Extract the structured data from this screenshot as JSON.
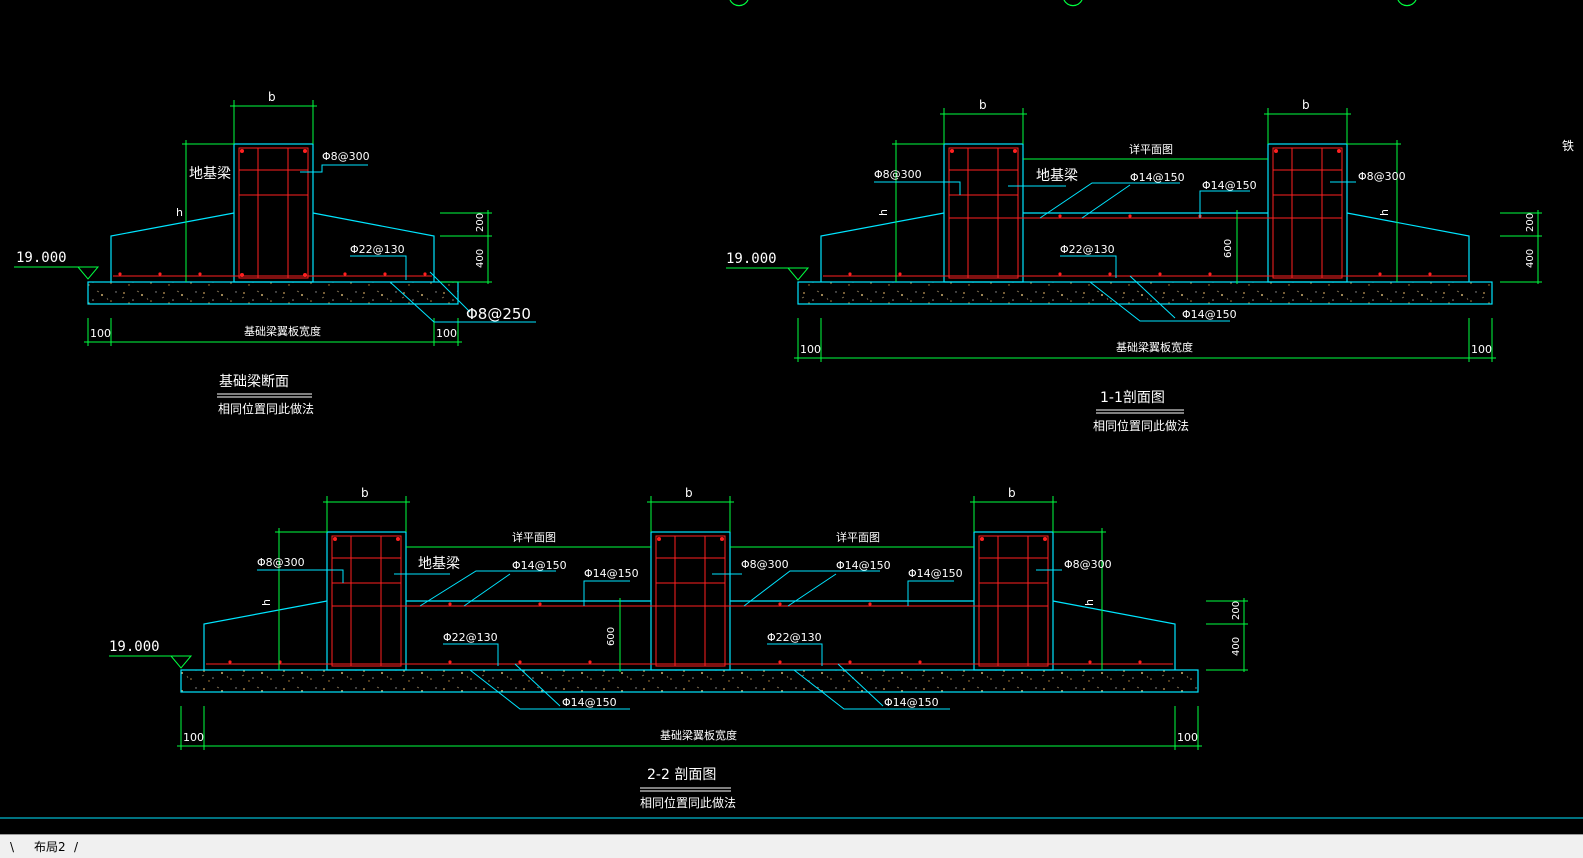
{
  "colors": {
    "background": "#000000",
    "outline": "#00e5ff",
    "rebar": "#ff2020",
    "dimension": "#00ff40",
    "text": "#ffffff",
    "slab_fill": "#4a4438"
  },
  "common": {
    "b_label": "b",
    "h_label": "h",
    "dim_100": "100",
    "dim_200": "200",
    "dim_400": "400",
    "dim_600": "600",
    "elevation": "19.000",
    "stirrup": "Φ8@300",
    "bottom_bar": "Φ22@130",
    "dist_bar": "Φ14@150",
    "width_note": "基础梁翼板宽度",
    "beam_name": "地基梁",
    "plan_note": "详平面图",
    "same_method": "相同位置同此做法"
  },
  "section_a": {
    "title": "基础梁断面",
    "bottom_bar_extra": "Φ8@250"
  },
  "section_b": {
    "title": "1-1剖面图"
  },
  "section_c": {
    "title": "2-2 剖面图"
  },
  "tabs": {
    "model": "\\",
    "layout2": "布局2",
    "sep": "/"
  }
}
